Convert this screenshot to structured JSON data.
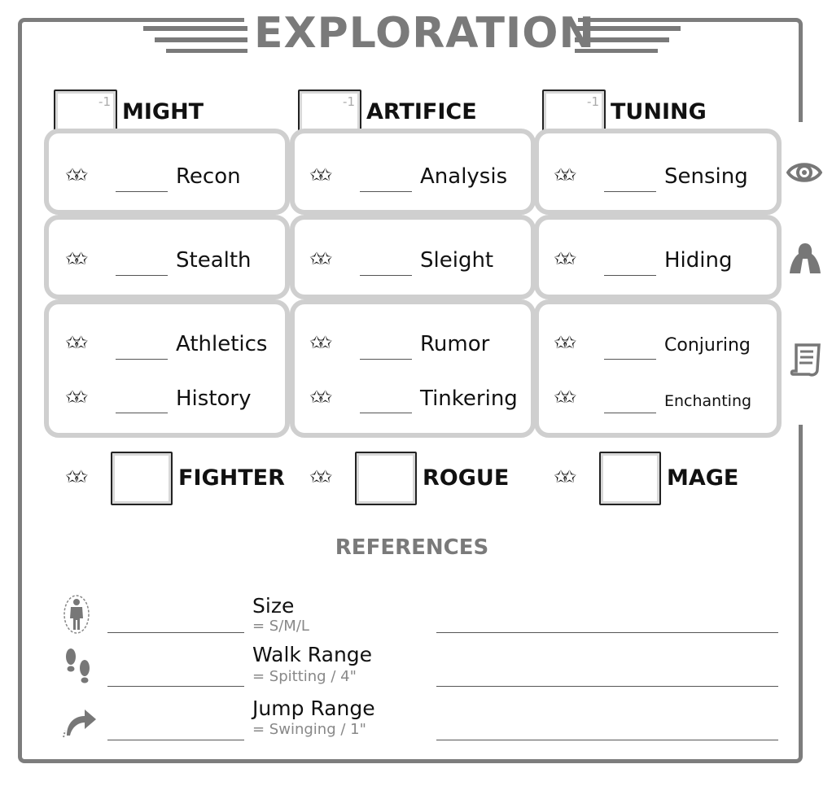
{
  "title": "EXPLORATION",
  "attributes": [
    {
      "name": "MIGHT",
      "modifier": "-1"
    },
    {
      "name": "ARTIFICE",
      "modifier": "-1"
    },
    {
      "name": "TUNING",
      "modifier": "-1"
    }
  ],
  "rows": [
    {
      "icon": "eye-icon",
      "skills": [
        "Recon",
        "Analysis",
        "Sensing"
      ]
    },
    {
      "icon": "hooded-figure-icon",
      "skills": [
        "Stealth",
        "Sleight",
        "Hiding"
      ]
    },
    {
      "icon": "scroll-icon",
      "skills": [
        "Athletics",
        "Rumor",
        "Conjuring",
        "History",
        "Tinkering",
        "Enchanting"
      ]
    }
  ],
  "stars_glyph": "✩✩",
  "classes": [
    "FIGHTER",
    "ROGUE",
    "MAGE"
  ],
  "references": {
    "title": "REFERENCES",
    "items": [
      {
        "icon": "figure-size-icon",
        "label": "Size",
        "sub": "= S/M/L"
      },
      {
        "icon": "footprints-icon",
        "label": "Walk Range",
        "sub": "= Spitting / 4\""
      },
      {
        "icon": "jump-arrow-icon",
        "label": "Jump Range",
        "sub": "= Swinging / 1\""
      }
    ]
  }
}
